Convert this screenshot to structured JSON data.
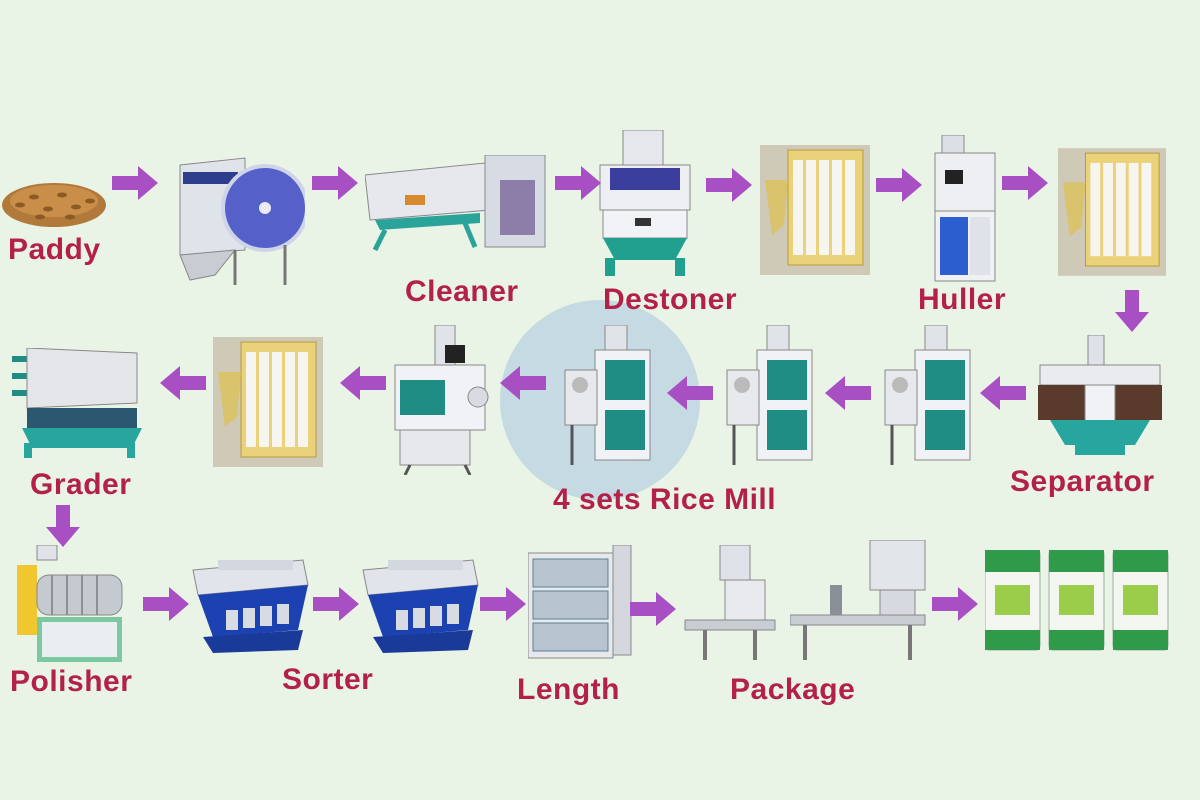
{
  "stages": {
    "paddy": "Paddy",
    "cleaner": "Cleaner",
    "destoner": "Destoner",
    "huller": "Huller",
    "separator": "Separator",
    "rice_mill": "4 sets Rice Mill",
    "grader": "Grader",
    "polisher": "Polisher",
    "sorter": "Sorter",
    "length": "Length",
    "package": "Package"
  },
  "colors": {
    "background": "#eaf4e6",
    "label": "#b3214a",
    "arrow": "#a94fc4"
  },
  "icons": [
    "right-arrow-icon",
    "left-arrow-icon",
    "down-arrow-icon"
  ]
}
